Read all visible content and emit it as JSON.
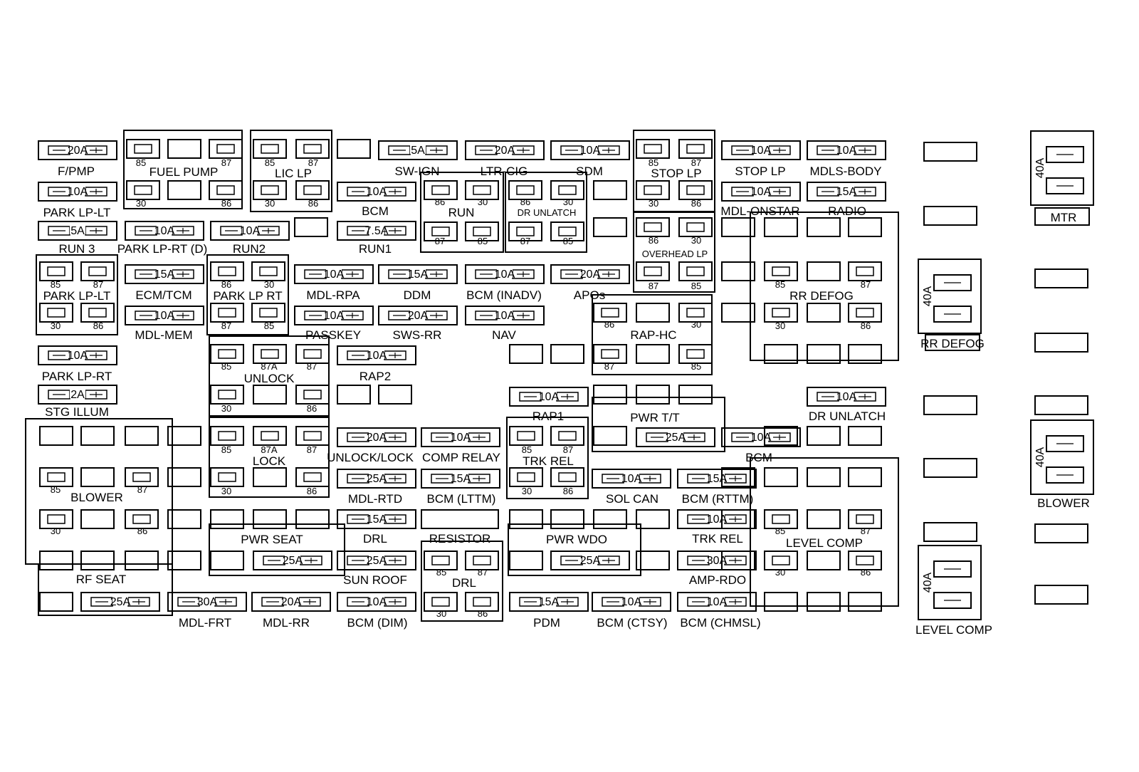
{
  "diagram": {
    "fuses": [
      {
        "id": "f-fpmp",
        "amp": "20A",
        "label": "F/PMP"
      },
      {
        "id": "f-parklplt",
        "amp": "10A",
        "label": "PARK LP-LT"
      },
      {
        "id": "f-run3",
        "amp": "5A",
        "label": "RUN 3"
      },
      {
        "id": "f-parklprt-d",
        "amp": "10A",
        "label": "PARK LP-RT (D)"
      },
      {
        "id": "f-run2",
        "amp": "10A",
        "label": "RUN2"
      },
      {
        "id": "f-swign",
        "amp": "5A",
        "label": "SW-IGN"
      },
      {
        "id": "f-ltrcig",
        "amp": "20A",
        "label": "LTR-CIG"
      },
      {
        "id": "f-sdm",
        "amp": "10A",
        "label": "SDM"
      },
      {
        "id": "f-bcm-top",
        "amp": "10A",
        "label": "BCM"
      },
      {
        "id": "f-run1",
        "amp": "7.5A",
        "label": "RUN1"
      },
      {
        "id": "f-stoplp",
        "amp": "10A",
        "label": "STOP LP"
      },
      {
        "id": "f-mdlsbody",
        "amp": "10A",
        "label": "MDLS-BODY"
      },
      {
        "id": "f-mdlonstar",
        "amp": "10A",
        "label": "MDL-ONSTAR"
      },
      {
        "id": "f-radio",
        "amp": "15A",
        "label": "RADIO"
      },
      {
        "id": "f-ecmtcm",
        "amp": "15A",
        "label": "ECM/TCM"
      },
      {
        "id": "f-mdlmem",
        "amp": "10A",
        "label": "MDL-MEM"
      },
      {
        "id": "f-mdlrpa",
        "amp": "10A",
        "label": "MDL-RPA"
      },
      {
        "id": "f-passkey",
        "amp": "10A",
        "label": "PASSKEY"
      },
      {
        "id": "f-ddm",
        "amp": "15A",
        "label": "DDM"
      },
      {
        "id": "f-swsrr",
        "amp": "20A",
        "label": "SWS-RR"
      },
      {
        "id": "f-bcminadv",
        "amp": "10A",
        "label": "BCM (INADV)"
      },
      {
        "id": "f-nav",
        "amp": "10A",
        "label": "NAV"
      },
      {
        "id": "f-apos",
        "amp": "20A",
        "label": "APOs"
      },
      {
        "id": "f-parklprt",
        "amp": "10A",
        "label": "PARK LP-RT"
      },
      {
        "id": "f-rap2",
        "amp": "10A",
        "label": "RAP2"
      },
      {
        "id": "f-stgillum",
        "amp": "2A",
        "label": "STG ILLUM"
      },
      {
        "id": "f-rap1",
        "amp": "10A",
        "label": "RAP1"
      },
      {
        "id": "f-drunlatch",
        "amp": "10A",
        "label": "DR UNLATCH"
      },
      {
        "id": "f-unlocklock",
        "amp": "20A",
        "label": "UNLOCK/LOCK"
      },
      {
        "id": "f-comprelay",
        "amp": "10A",
        "label": "COMP RELAY"
      },
      {
        "id": "f-pwrtt",
        "amp": "25A",
        "label": ""
      },
      {
        "id": "f-bcm-mid",
        "amp": "10A",
        "label": "BCM"
      },
      {
        "id": "f-mdlrtd",
        "amp": "25A",
        "label": "MDL-RTD"
      },
      {
        "id": "f-bcmlttm",
        "amp": "15A",
        "label": "BCM (LTTM)"
      },
      {
        "id": "f-solcan",
        "amp": "10A",
        "label": "SOL CAN"
      },
      {
        "id": "f-bcmrttm",
        "amp": "15A",
        "label": "BCM (RTTM)"
      },
      {
        "id": "f-drl",
        "amp": "15A",
        "label": "DRL"
      },
      {
        "id": "f-trkrel-f",
        "amp": "10A",
        "label": "TRK REL"
      },
      {
        "id": "f-pwrseat",
        "amp": "25A",
        "label": ""
      },
      {
        "id": "f-sunroof",
        "amp": "25A",
        "label": "SUN ROOF"
      },
      {
        "id": "f-pwrwdo",
        "amp": "25A",
        "label": ""
      },
      {
        "id": "f-amprdo",
        "amp": "30A",
        "label": "AMP-RDO"
      },
      {
        "id": "f-rfseat",
        "amp": "25A",
        "label": ""
      },
      {
        "id": "f-mdlfrt",
        "amp": "30A",
        "label": "MDL-FRT"
      },
      {
        "id": "f-mdlrr",
        "amp": "20A",
        "label": "MDL-RR"
      },
      {
        "id": "f-bcmdim",
        "amp": "10A",
        "label": "BCM (DIM)"
      },
      {
        "id": "f-pdm",
        "amp": "15A",
        "label": "PDM"
      },
      {
        "id": "f-bcmctsy",
        "amp": "10A",
        "label": "BCM (CTSY)"
      },
      {
        "id": "f-bcmchmsl",
        "amp": "10A",
        "label": "BCM (CHMSL)"
      }
    ],
    "relays": [
      {
        "id": "r-fuelpump",
        "label": "FUEL PUMP",
        "pins": [
          "85",
          "87",
          "30",
          "86"
        ]
      },
      {
        "id": "r-liclp",
        "label": "LIC LP",
        "pins": [
          "85",
          "87",
          "30",
          "86"
        ]
      },
      {
        "id": "r-run",
        "label": "RUN",
        "pins": [
          "86",
          "30",
          "87",
          "85"
        ]
      },
      {
        "id": "r-drunlatch",
        "label": "DR UNLATCH",
        "pins": [
          "86",
          "30",
          "87",
          "85"
        ]
      },
      {
        "id": "r-stoplp",
        "label": "STOP LP",
        "pins": [
          "85",
          "87",
          "30",
          "86"
        ]
      },
      {
        "id": "r-overheadlp",
        "label": "OVERHEAD LP",
        "pins": [
          "86",
          "30",
          "87",
          "85"
        ]
      },
      {
        "id": "r-parklplt",
        "label": "PARK LP-LT",
        "pins": [
          "85",
          "87",
          "30",
          "86"
        ]
      },
      {
        "id": "r-parklprt",
        "label": "PARK LP RT",
        "pins": [
          "86",
          "30",
          "87",
          "85"
        ]
      },
      {
        "id": "r-rrdefog",
        "label": "RR DEFOG",
        "pins": [
          "85",
          "87",
          "30",
          "86"
        ]
      },
      {
        "id": "r-raphc",
        "label": "RAP-HC",
        "pins": [
          "86",
          "30",
          "87",
          "85"
        ]
      },
      {
        "id": "r-unlock",
        "label": "UNLOCK",
        "pins": [
          "85",
          "87A",
          "87",
          "30",
          "86"
        ]
      },
      {
        "id": "r-lock",
        "label": "LOCK",
        "pins": [
          "85",
          "87A",
          "87",
          "30",
          "86"
        ]
      },
      {
        "id": "r-blower",
        "label": "BLOWER",
        "pins": [
          "85",
          "87",
          "30",
          "86"
        ]
      },
      {
        "id": "r-pwrtt",
        "label": "PWR T/T"
      },
      {
        "id": "r-trkrel",
        "label": "TRK REL",
        "pins": [
          "85",
          "87",
          "30",
          "86"
        ]
      },
      {
        "id": "r-pwrseat",
        "label": "PWR SEAT"
      },
      {
        "id": "r-resistor",
        "label": "RESISTOR"
      },
      {
        "id": "r-pwrwdo",
        "label": "PWR WDO"
      },
      {
        "id": "r-levelcomp",
        "label": "LEVEL COMP",
        "pins": [
          "85",
          "87",
          "30",
          "86"
        ]
      },
      {
        "id": "r-drl",
        "label": "DRL",
        "pins": [
          "85",
          "87",
          "30",
          "86"
        ]
      },
      {
        "id": "r-rfseat",
        "label": "RF SEAT"
      }
    ],
    "maxi": [
      {
        "id": "m-mtr",
        "amp": "40A",
        "label": "MTR"
      },
      {
        "id": "m-rrdefog",
        "amp": "40A",
        "label": "RR DEFOG"
      },
      {
        "id": "m-blower",
        "amp": "40A",
        "label": "BLOWER"
      },
      {
        "id": "m-levelcomp",
        "amp": "40A",
        "label": "LEVEL COMP"
      }
    ]
  }
}
